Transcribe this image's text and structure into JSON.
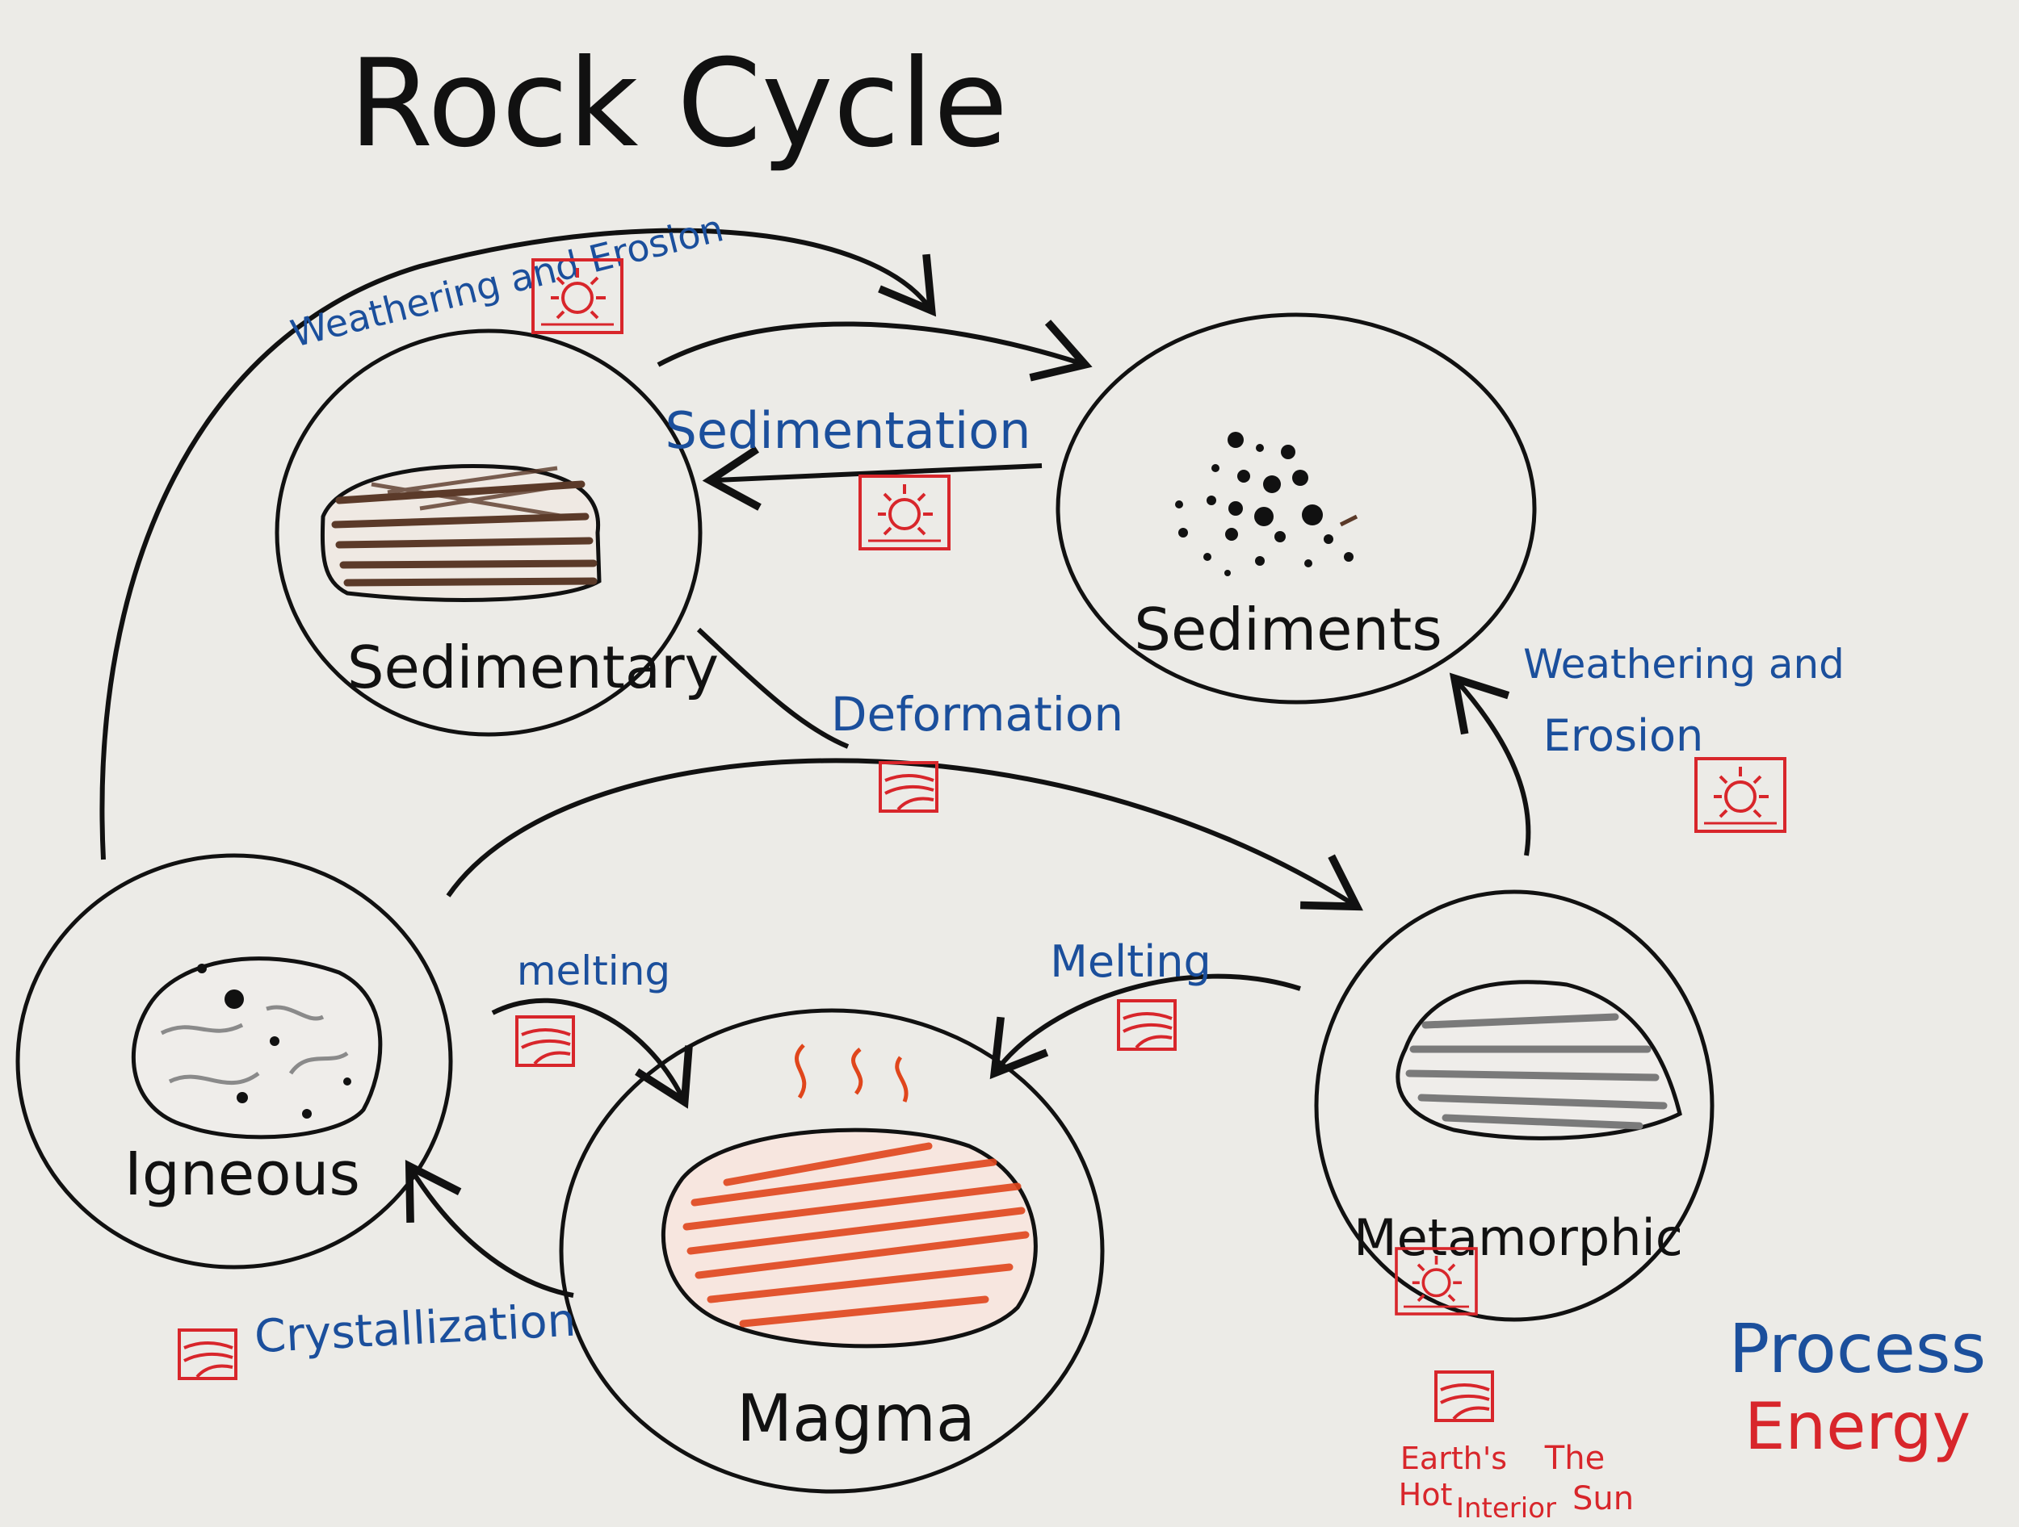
{
  "title": "Rock Cycle",
  "nodes": {
    "sedimentary": {
      "label": "Sedimentary"
    },
    "sediments": {
      "label": "Sediments"
    },
    "igneous": {
      "label": "Igneous"
    },
    "magma": {
      "label": "Magma"
    },
    "metamorphic": {
      "label": "Metamorphic"
    }
  },
  "processes": {
    "weathering_top": "Weathering and Erosion",
    "sedimentation": "Sedimentation",
    "deformation": "Deformation",
    "weathering_right_line1": "Weathering and",
    "weathering_right_line2": "Erosion",
    "melting_left": "melting",
    "melting_right": "Melting",
    "crystallization": "Crystallization"
  },
  "legend": {
    "process": "Process",
    "energy": "Energy",
    "earth_line1": "Earth's",
    "earth_line2": "Hot",
    "earth_line3": "Interior",
    "sun_line1": "The",
    "sun_line2": "Sun"
  },
  "icons": {
    "earth_interior": "earth-hot-interior-icon",
    "sun": "sun-icon"
  },
  "colors": {
    "paper": "#ecebe7",
    "ink_black": "#111111",
    "process_blue": "#1b4f9c",
    "energy_red": "#d8262b",
    "rock_brown": "#5b3a29",
    "magma_orange": "#e0461c",
    "gray": "#8a8a8a"
  }
}
